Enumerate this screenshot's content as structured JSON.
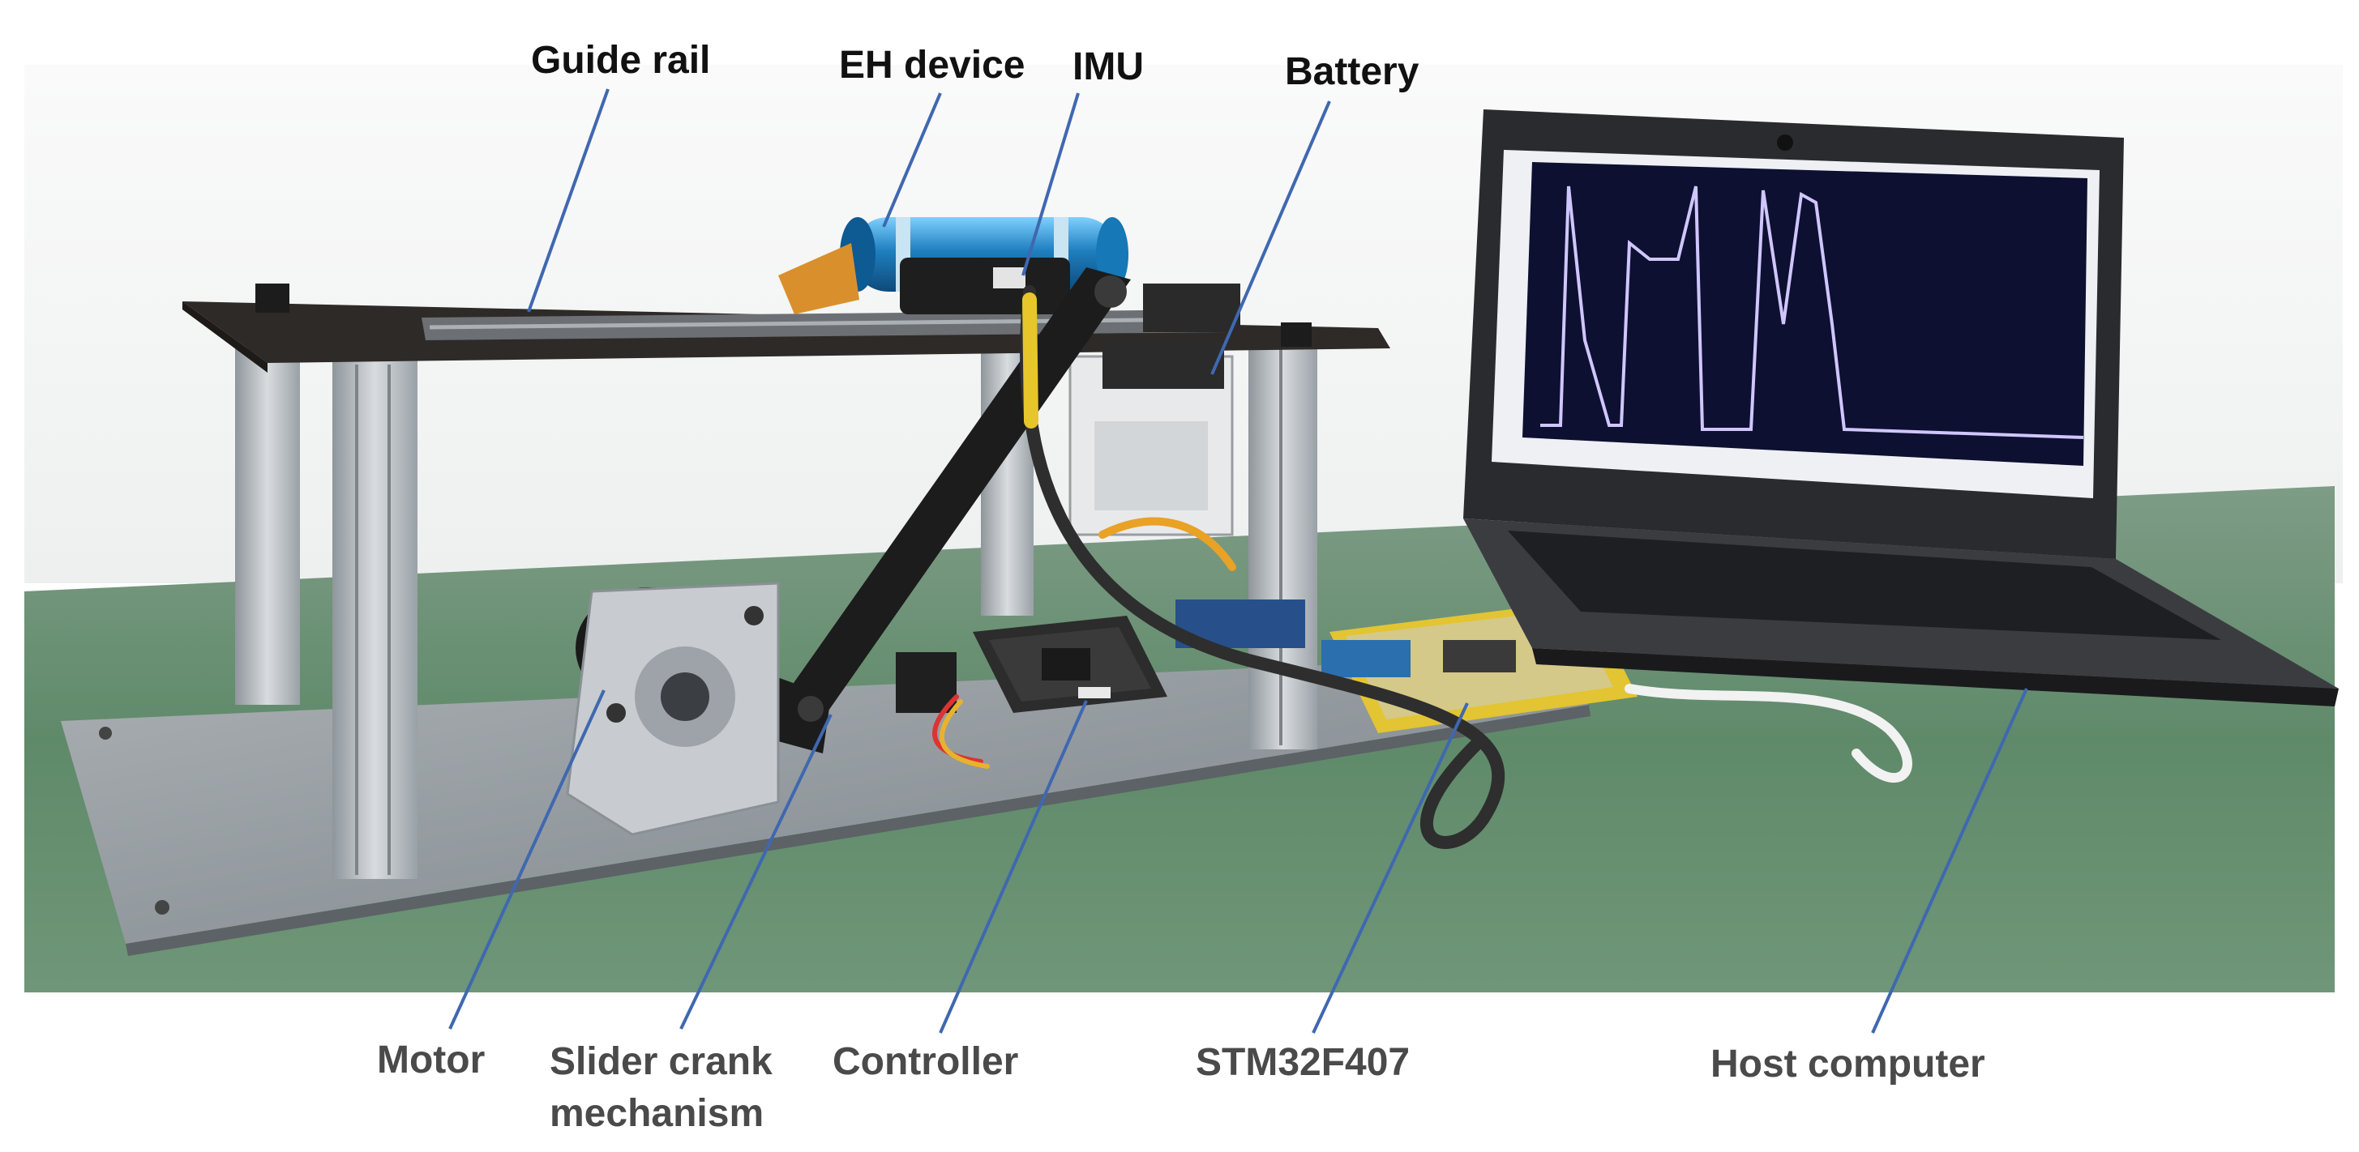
{
  "labels": {
    "guide_rail": "Guide rail",
    "eh_device": "EH device",
    "imu": "IMU",
    "battery": "Battery",
    "motor": "Motor",
    "slider_crank_line1": "Slider crank",
    "slider_crank_line2": "mechanism",
    "controller": "Controller",
    "stm32": "STM32F407",
    "host_computer": "Host computer"
  },
  "colors": {
    "leader_line": "#3f68b0",
    "table_surface": "#5f8a6a",
    "eh_device_body": "#1f7fbf",
    "laptop_body": "#2a2b2e",
    "screen_background": "#0d1030",
    "screen_trace": "#d0c6ff",
    "frame_metal": "#b7bcc0",
    "platform_top": "#2e2a28"
  }
}
